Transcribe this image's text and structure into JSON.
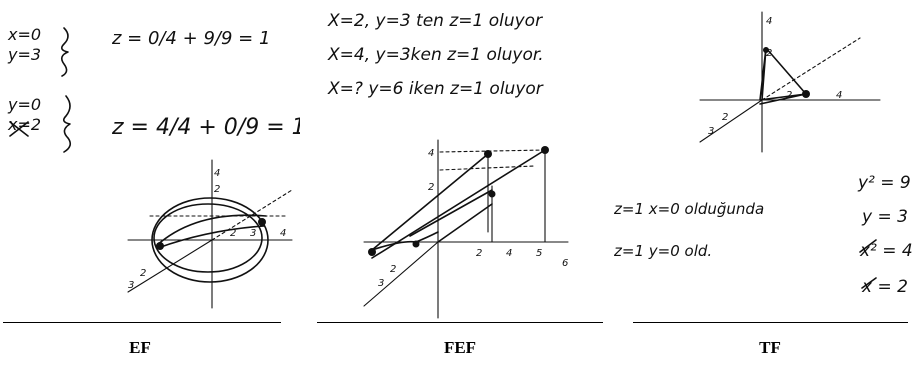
{
  "panels": [
    {
      "caption": "EF",
      "handwriting": [
        "x=0",
        "y=3",
        "z = 0/4 + 9/9 = 1",
        "y=0",
        "x=2",
        "z = 4/4 + 0/9 = 1"
      ]
    },
    {
      "caption": "FEF",
      "handwriting": [
        "X=2, y=3 ten z=1 oluyor",
        "X=4, y=3ken z=1 oluyor.",
        "X=? y=6 iken z=1 oluyor"
      ]
    },
    {
      "caption": "TF",
      "handwriting": [
        "z=1  x=0  olduğunda",
        "y² = 9",
        "y = 3",
        "z=1  y=0  old.",
        "x² = 4",
        "x = 2"
      ]
    }
  ]
}
